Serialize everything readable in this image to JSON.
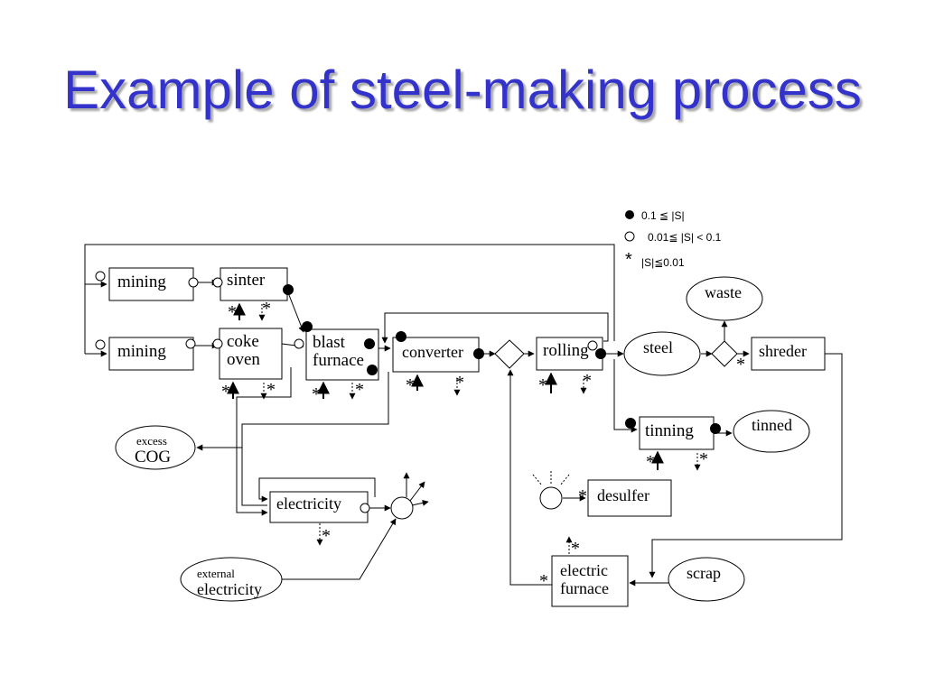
{
  "title": "Example of steel-making process",
  "legend": {
    "filled": "0.1 ≦ |S|",
    "open": "0.01≦ |S| < 0.1",
    "star": "|S|≦0.01"
  },
  "nodes": {
    "mining1": "mining",
    "mining2": "mining",
    "sinter": "sinter",
    "coke_oven_1": "coke",
    "coke_oven_2": "oven",
    "blast_furnace_1": "blast",
    "blast_furnace_2": "furnace",
    "converter": "converter",
    "rolling": "rolling",
    "steel": "steel",
    "waste": "waste",
    "shreder": "shreder",
    "tinning": "tinning",
    "tinned": "tinned",
    "excess_cog_1": "excess",
    "excess_cog_2": "COG",
    "electricity": "electricity",
    "external_electricity_1": "external",
    "external_electricity_2": "electricity",
    "desulfer": "desulfer",
    "electric_furnace_1": "electric",
    "electric_furnace_2": "furnace",
    "scrap": "scrap"
  },
  "star": "*"
}
